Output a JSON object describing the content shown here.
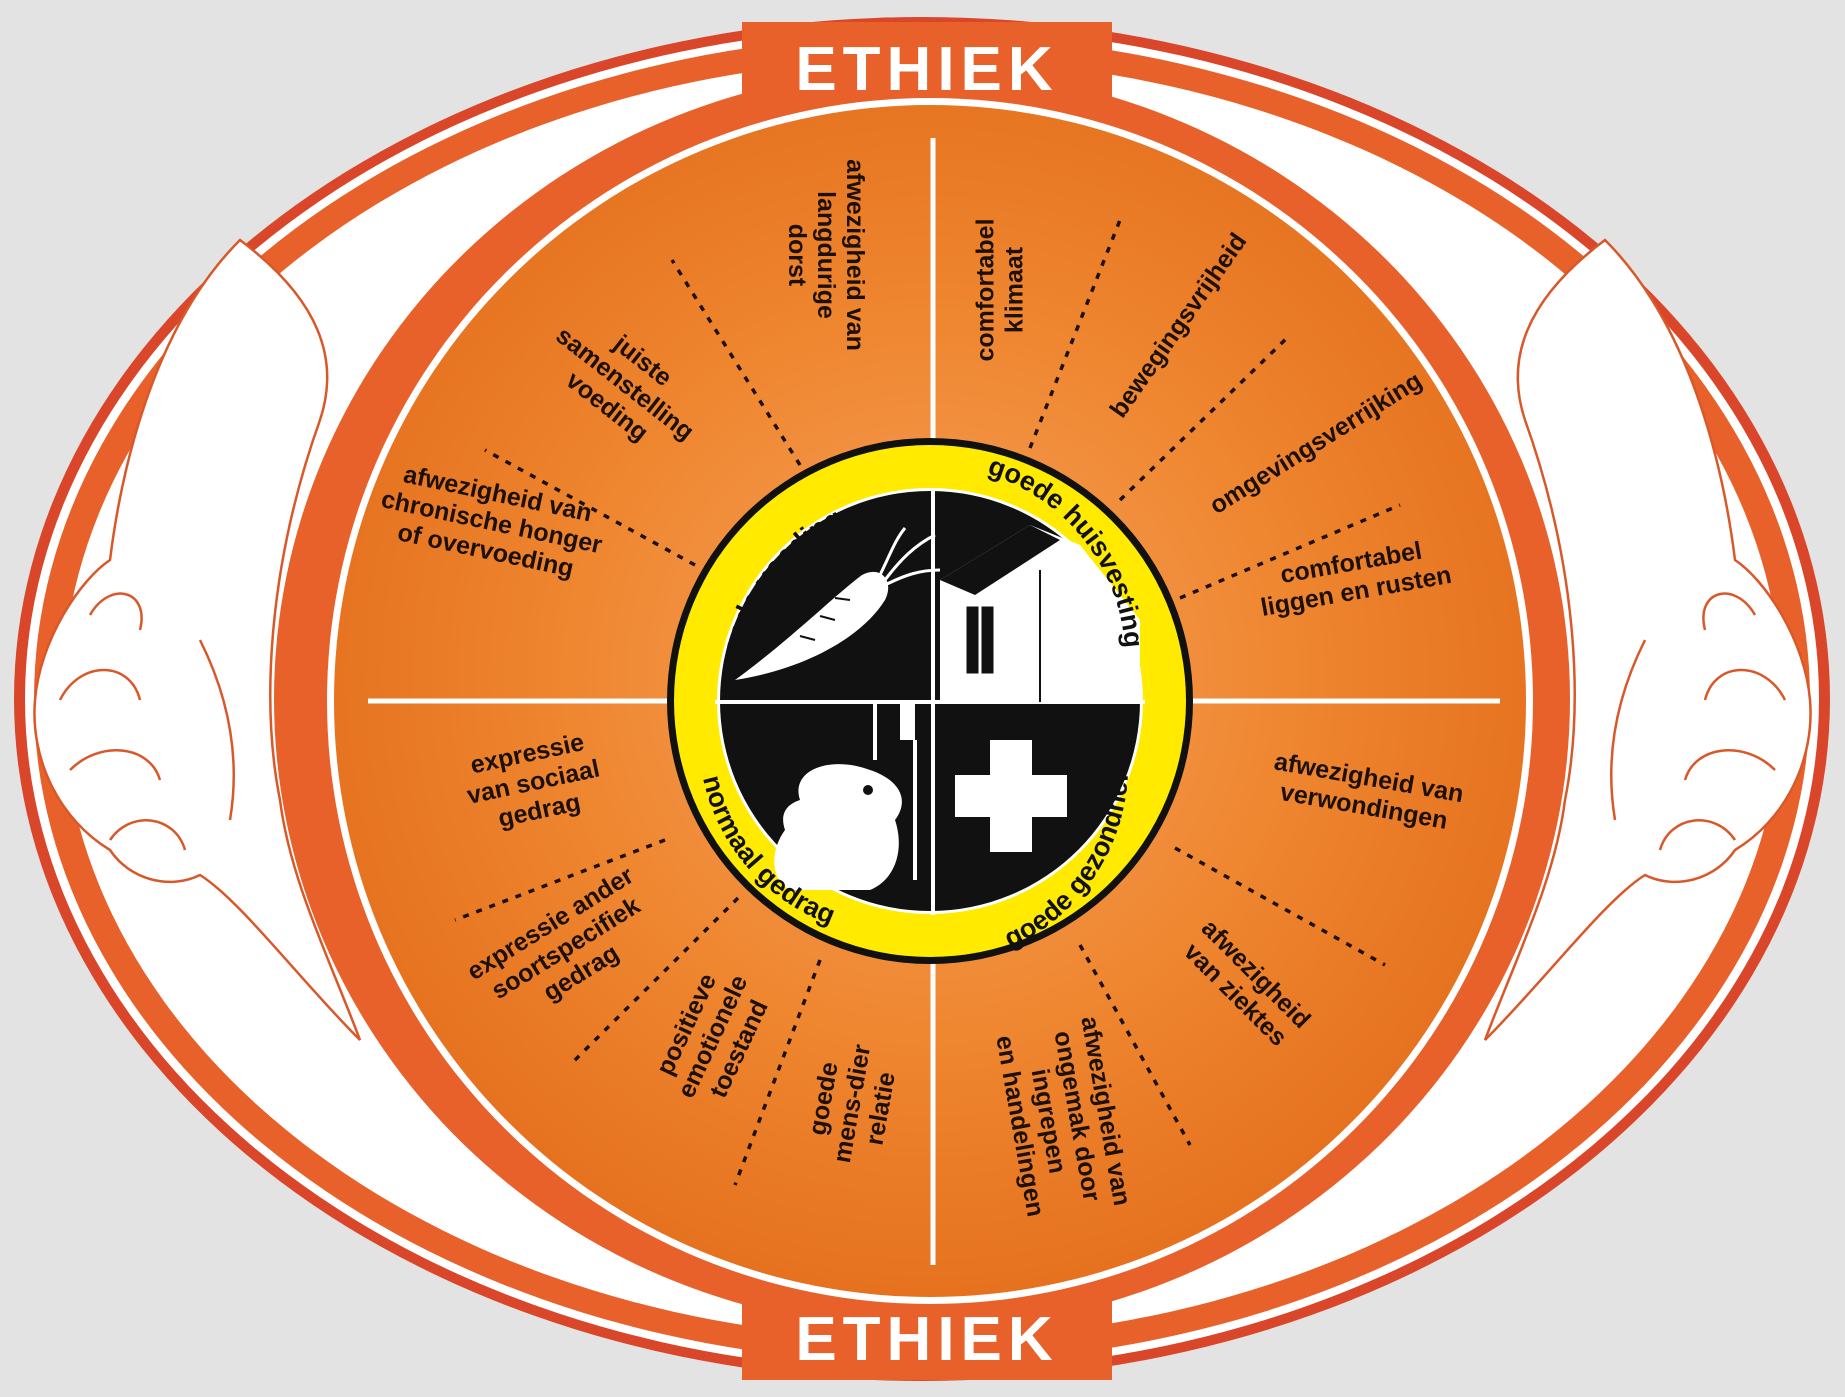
{
  "ethiek_top": "ETHIEK",
  "ethiek_bottom": "ETHIEK",
  "principles": {
    "voeding": "goede voeding",
    "huisvesting": "goede huisvesting",
    "gezondheid": "goede gezondheid",
    "gedrag": "normaal gedrag"
  },
  "criteria": {
    "chronische_honger": [
      "afwezigheid van",
      "chronische honger",
      "of overvoeding"
    ],
    "juiste_voeding": [
      "juiste",
      "samenstelling",
      "voeding"
    ],
    "dorst": [
      "afwezigheid van",
      "langdurige",
      "dorst"
    ],
    "klimaat": [
      "comfortabel",
      "klimaat"
    ],
    "bewegingsvrijheid": [
      "bewegingsvrijheid"
    ],
    "omgevingsverrijking": [
      "omgevingsverrijking"
    ],
    "liggen_rusten": [
      "comfortabel",
      "liggen en rusten"
    ],
    "verwondingen": [
      "afwezigheid van",
      "verwondingen"
    ],
    "ziektes": [
      "afwezigheid",
      "van ziektes"
    ],
    "ongemak": [
      "afwezigheid van",
      "ongemak door",
      "ingrepen",
      "en handelingen"
    ],
    "mens_dier": [
      "goede",
      "mens-dier",
      "relatie"
    ],
    "emotionele": [
      "positieve",
      "emotionele",
      "toestand"
    ],
    "soortspecifiek": [
      "expressie ander",
      "soortspecifiek",
      "gedrag"
    ],
    "sociaal": [
      "expressie",
      "van sociaal",
      "gedrag"
    ]
  },
  "colors": {
    "background": "#e3e3e3",
    "orange": "#ef7d22",
    "dark_orange": "#e05f20",
    "red_outline": "#d9462a",
    "yellow": "#ffea00",
    "black": "#111111",
    "white": "#ffffff"
  },
  "icons": [
    "carrot-icon",
    "stable-icon",
    "medical-cross-icon",
    "hamster-icon",
    "supporting-hand-icon"
  ]
}
